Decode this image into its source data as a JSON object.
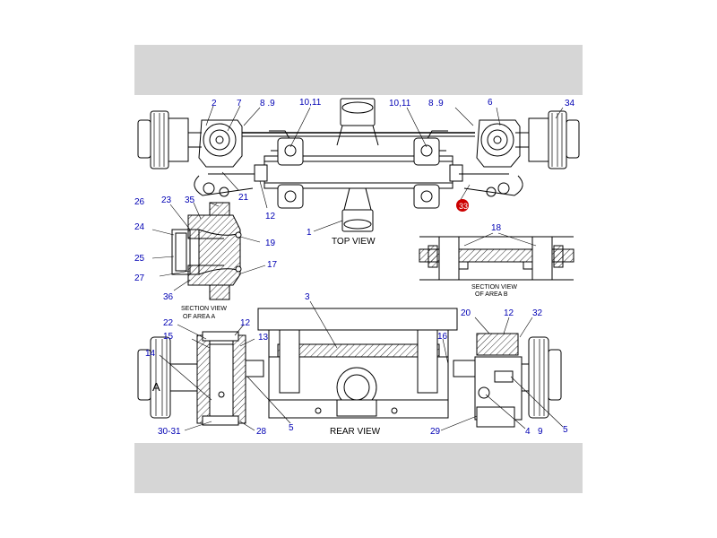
{
  "views": {
    "top_view": "TOP VIEW",
    "rear_view": "REAR VIEW",
    "section_a_line1": "SECTION VIEW",
    "section_a_line2": "OF AREA A",
    "section_b_line1": "SECTION VIEW",
    "section_b_line2": "OF AREA B",
    "area_a_letter": "A"
  },
  "callouts": {
    "c2": "2",
    "c7": "7",
    "c89_l": "8 .9",
    "c1011_l": "10,11",
    "c1011_r": "10,11",
    "c89_r": "8 .9",
    "c6": "6",
    "c34": "34",
    "c21": "21",
    "c12_top": "12",
    "c1": "1",
    "c33": "33",
    "c26": "26",
    "c23": "23",
    "c35": "35",
    "c24": "24",
    "c19": "19",
    "c25": "25",
    "c17": "17",
    "c27": "27",
    "c36": "36",
    "c18": "18",
    "c3": "3",
    "c20": "20",
    "c12_rr": "12",
    "c32": "32",
    "c22": "22",
    "c12_rl": "12",
    "c15": "15",
    "c13": "13",
    "c16": "16",
    "c14": "14",
    "c5_l": "5",
    "c3031": "30-31",
    "c28": "28",
    "c29": "29",
    "c4": "4",
    "c9": "9",
    "c5_r": "5"
  },
  "colors": {
    "frame": "#d6d6d6",
    "callout": "#0000b4",
    "highlight": "#cc0000"
  }
}
